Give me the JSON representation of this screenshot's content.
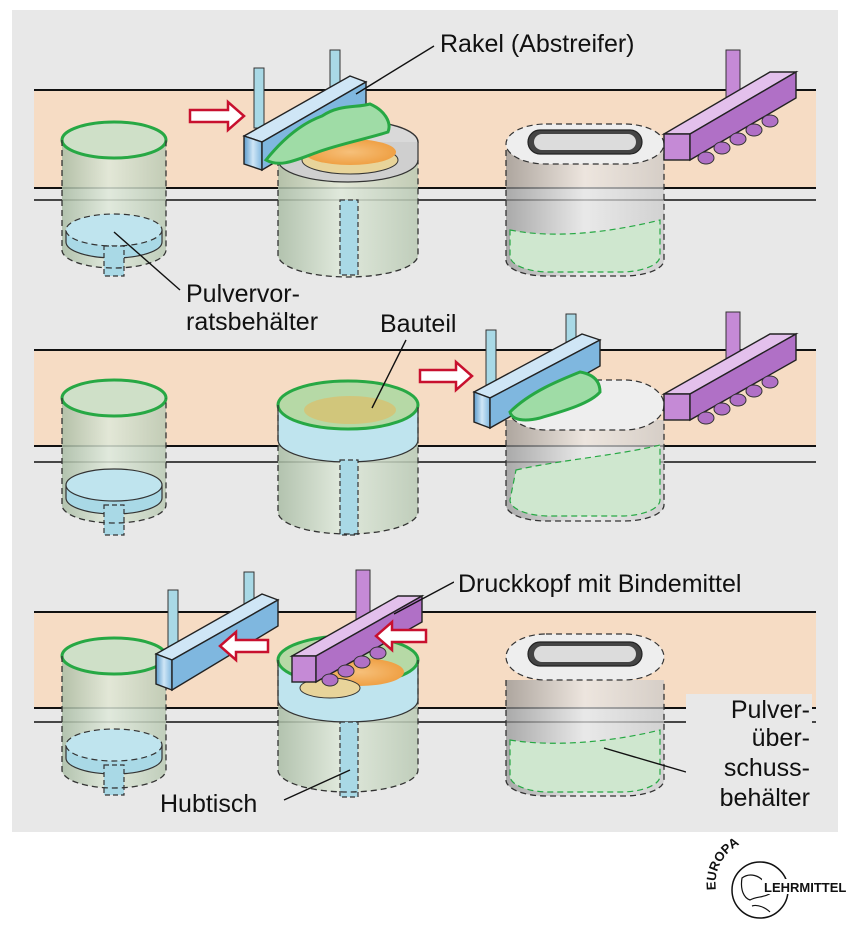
{
  "labels": {
    "rakel": "Rakel (Abstreifer)",
    "pulvervorrat_1": "Pulvervor-",
    "pulvervorrat_2": "ratsbehälter",
    "bauteil": "Bauteil",
    "druckkopf": "Druckkopf mit Bindemittel",
    "hubtisch": "Hubtisch",
    "ueberschuss_1": "Pulver-",
    "ueberschuss_2": "über-",
    "ueberschuss_3": "schuss-",
    "ueberschuss_4": "behälter"
  },
  "logo": {
    "top": "EUROPA",
    "side": "LEHRMITTEL"
  },
  "colors": {
    "background_panel": "#e8e8e8",
    "build_band": "#f6dcc4",
    "container_fill": "#d6e2d0",
    "powder_green": "#27a844",
    "platform_blue": "#a9d9e6",
    "rakel_blue": "#7fb7df",
    "printhead_purple": "#c58ad6",
    "part_orange": "#f2a448",
    "arrow_red": "#c8102e"
  }
}
